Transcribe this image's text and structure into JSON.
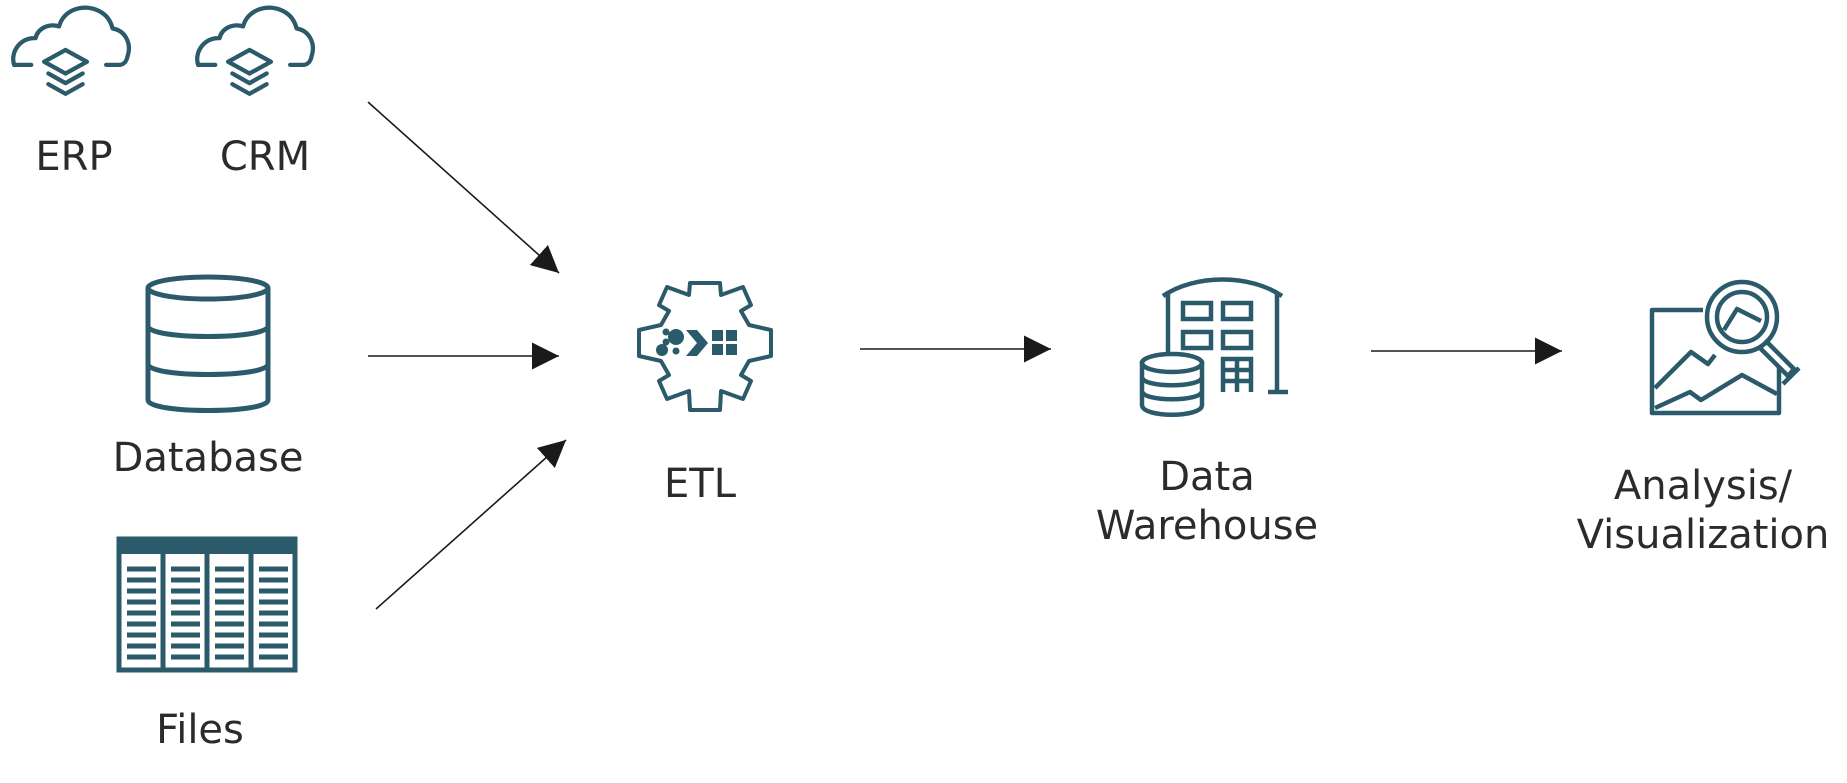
{
  "colors": {
    "icon": "#2b5a6a",
    "arrow": "#1a1a1a",
    "text": "#2b2b2b",
    "background": "#ffffff"
  },
  "nodes": {
    "erp": {
      "label": "ERP",
      "icon": "cloud-stack-icon"
    },
    "crm": {
      "label": "CRM",
      "icon": "cloud-stack-icon"
    },
    "database": {
      "label": "Database",
      "icon": "database-icon"
    },
    "files": {
      "label": "Files",
      "icon": "files-table-icon"
    },
    "etl": {
      "label": "ETL",
      "icon": "etl-gear-icon"
    },
    "warehouse": {
      "label_line1": "Data",
      "label_line2": "Warehouse",
      "icon": "data-warehouse-icon"
    },
    "analysis": {
      "label_line1": "Analysis/",
      "label_line2": "Visualization",
      "icon": "analysis-chart-icon"
    }
  },
  "edges": [
    {
      "from": "ERP / CRM",
      "to": "ETL"
    },
    {
      "from": "Database",
      "to": "ETL"
    },
    {
      "from": "Files",
      "to": "ETL"
    },
    {
      "from": "ETL",
      "to": "Data Warehouse"
    },
    {
      "from": "Data Warehouse",
      "to": "Analysis/Visualization"
    }
  ]
}
